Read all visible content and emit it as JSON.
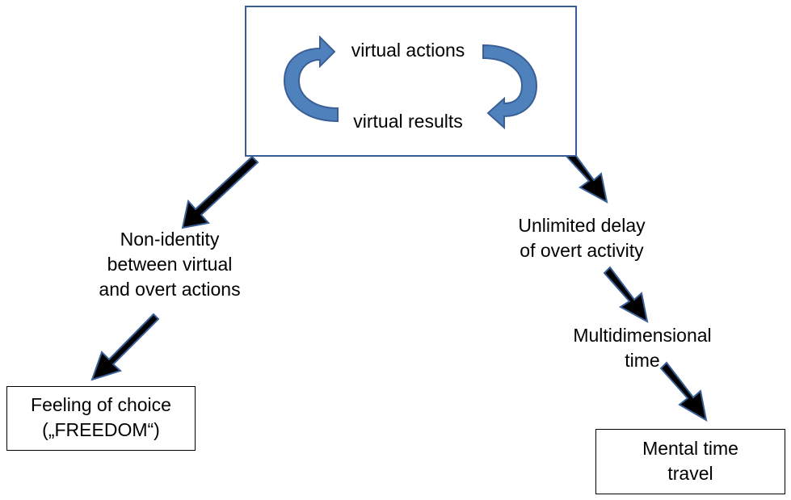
{
  "cycle": {
    "actions": "virtual actions",
    "results": "virtual results"
  },
  "left_branch": {
    "text_lines": [
      "Non-identity",
      "between virtual",
      "and overt actions"
    ],
    "outcome_lines": [
      "Feeling of choice",
      "(„FREEDOM“)"
    ]
  },
  "right_branch": {
    "text_lines": [
      "Unlimited delay",
      "of overt activity"
    ],
    "middle_lines": [
      "Multidimensional",
      "time"
    ],
    "outcome_lines": [
      "Mental time",
      "travel"
    ]
  },
  "colors": {
    "cycle_arrow_fill": "#4f81bd",
    "cycle_arrow_stroke": "#3a5f96",
    "flow_arrow_fill": "#000000",
    "flow_arrow_stroke": "#3a5f96",
    "box_border_top": "#3a5f96",
    "box_border": "#000000"
  }
}
